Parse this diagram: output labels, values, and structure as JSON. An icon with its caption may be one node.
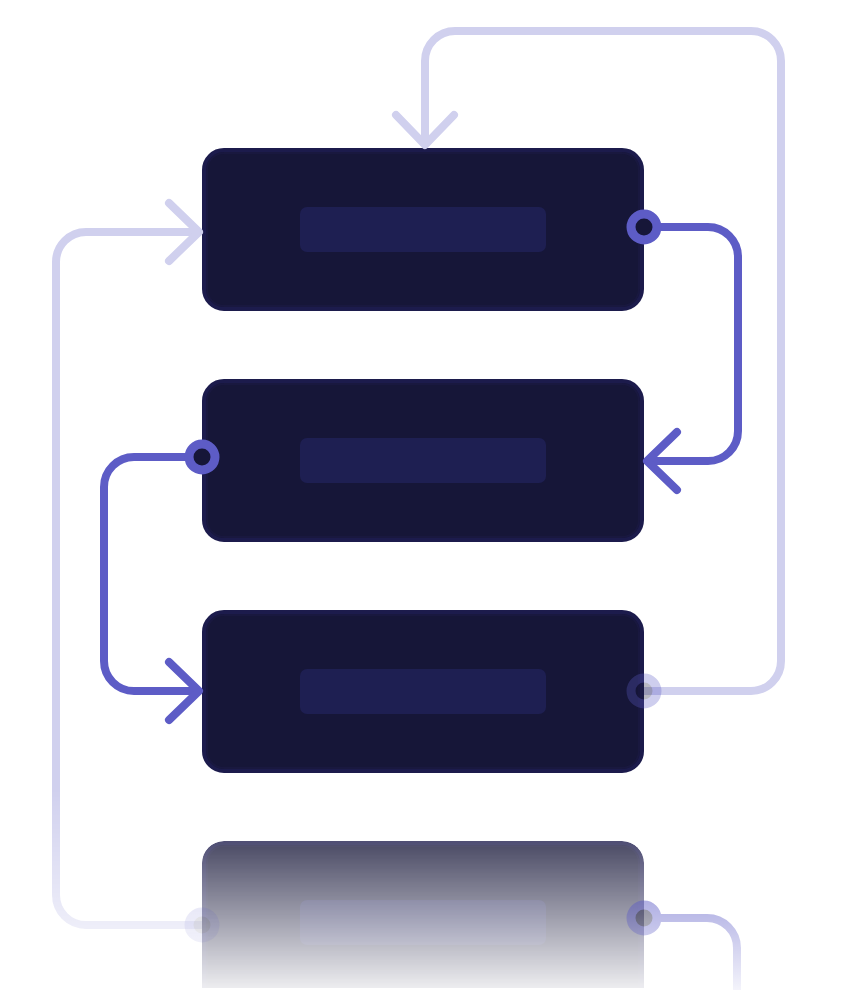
{
  "diagram": {
    "nodes": [
      {
        "text": [],
        "shape": "box"
      },
      {
        "text": [],
        "shape": "box"
      },
      {
        "text": [],
        "shape": "box"
      },
      {
        "text": [],
        "shape": "box"
      }
    ],
    "edges": [
      {
        "from": 0,
        "to": 1,
        "arrow": "to"
      },
      {
        "from": 1,
        "to": 2,
        "arrow": "to"
      },
      {
        "from": 2,
        "to": 0,
        "arrow": "to",
        "color": "#d0d0ee"
      },
      {
        "from": 3,
        "to": 0,
        "arrow": "to",
        "color": "#d0d0ee"
      },
      {
        "from": 3,
        "to": null,
        "arrow": "other"
      }
    ]
  }
}
